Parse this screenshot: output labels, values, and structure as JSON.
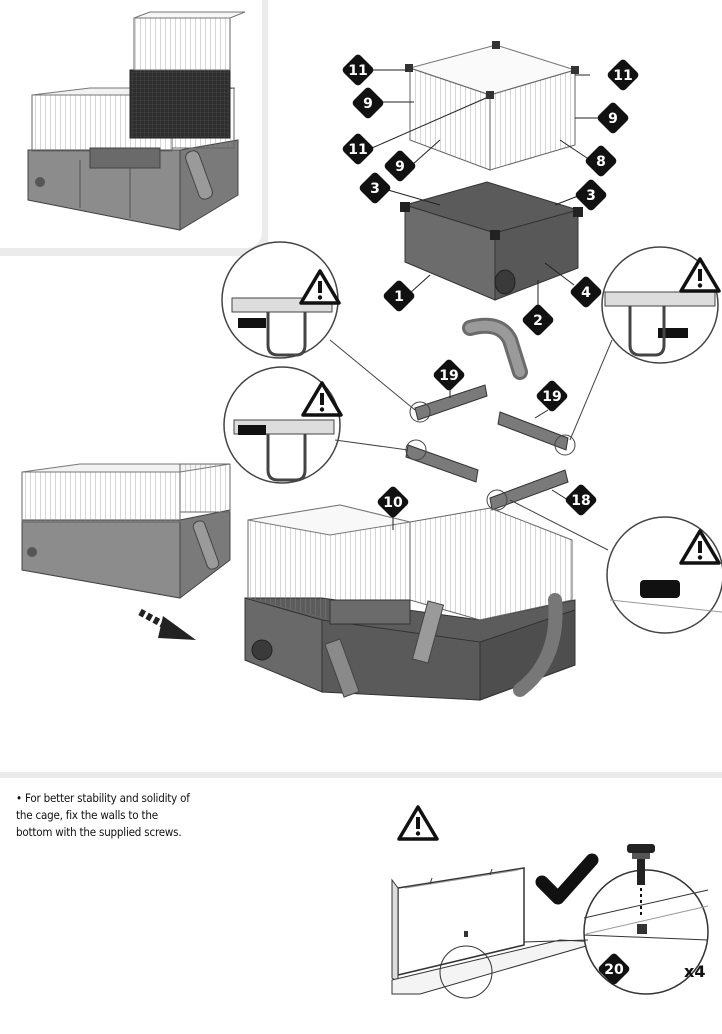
{
  "badges": {
    "b1": "1",
    "b2": "2",
    "b3a": "3",
    "b3b": "3",
    "b4": "4",
    "b8": "8",
    "b9a": "9",
    "b9b": "9",
    "b9c": "9",
    "b10": "10",
    "b11a": "11",
    "b11b": "11",
    "b11c": "11",
    "b18": "18",
    "b19a": "19",
    "b19b": "19",
    "b20": "20"
  },
  "note": "• For better stability and solidity of the cage, fix the walls to the bottom with the supplied screws.",
  "quantity": "x4",
  "colors": {
    "badge": "#111111",
    "panel_bg": "#ffffff",
    "divider": "#ebebeb",
    "grille": "#8a8a8a"
  },
  "icons": [
    "warning-icon",
    "checkmark-icon",
    "arrow-icon",
    "screw-icon"
  ]
}
